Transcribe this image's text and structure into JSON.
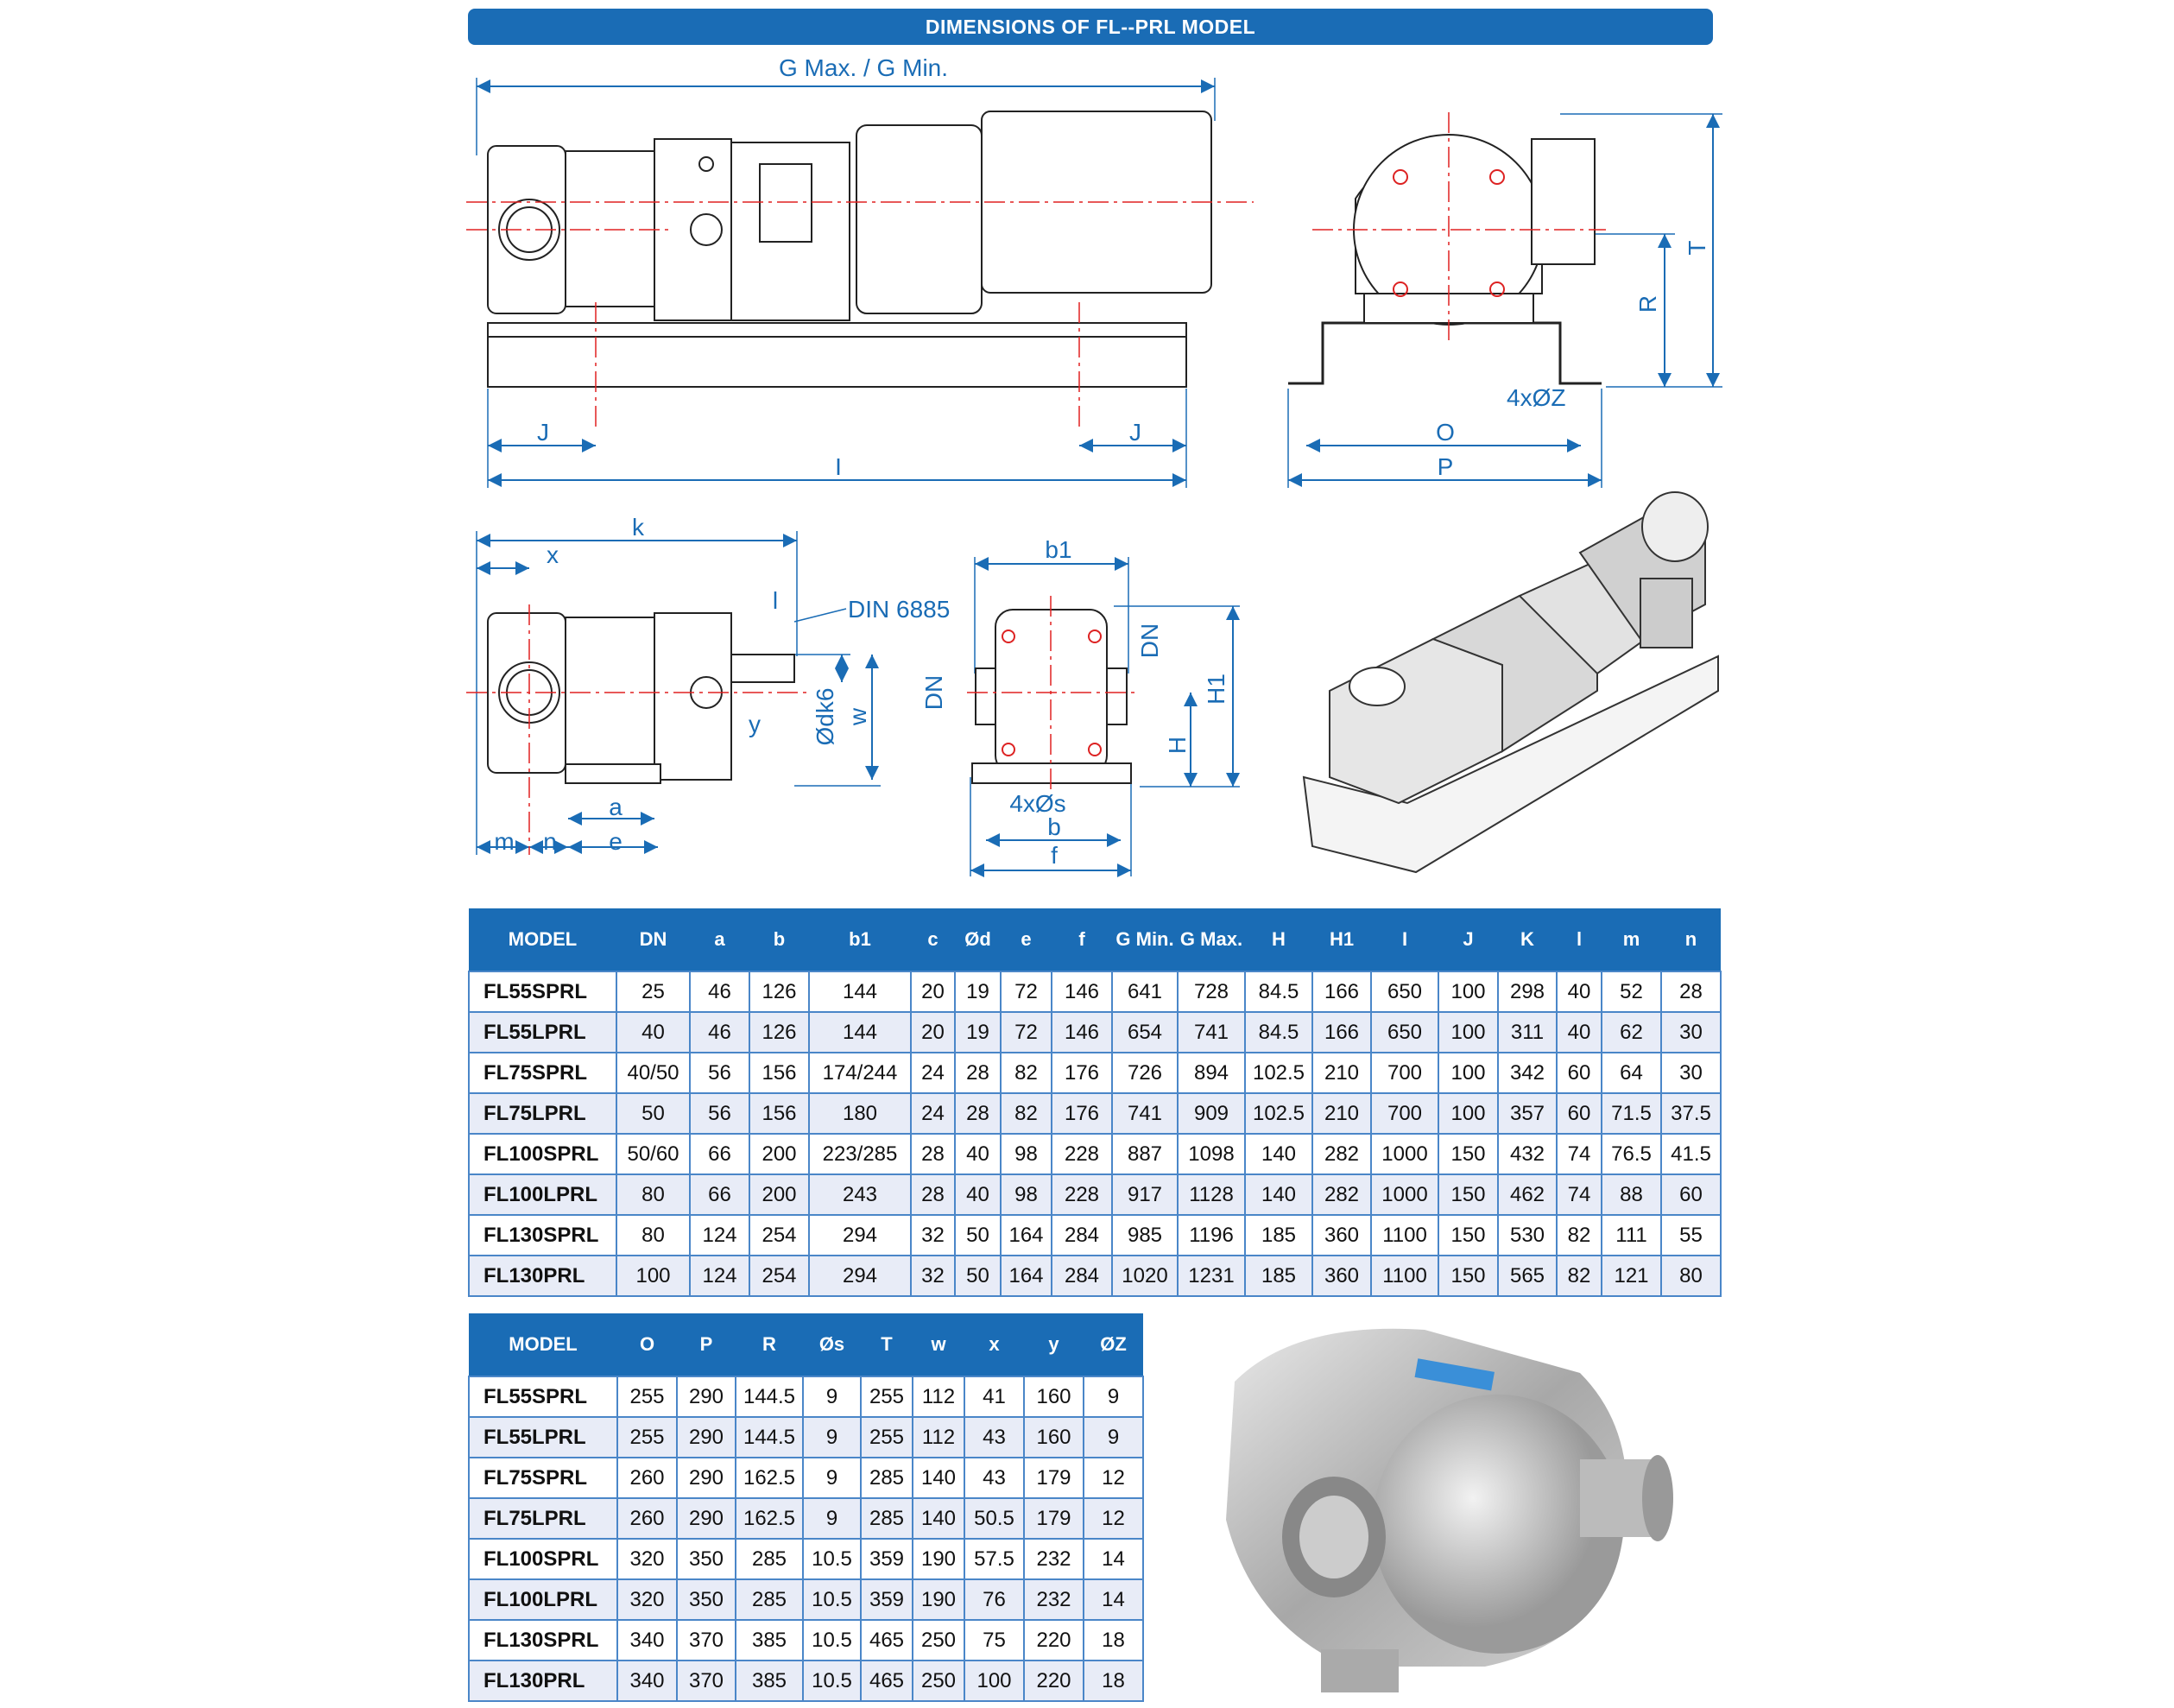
{
  "title": "DIMENSIONS OF FL--PRL MODEL",
  "drawings": {
    "side_view": {
      "g_label": "G Max. / G Min.",
      "j_left": "J",
      "j_right": "J",
      "i_label": "I"
    },
    "end_view": {
      "o_label": "O",
      "p_label": "P",
      "r_label": "R",
      "t_label": "T",
      "z_label": "4xØZ"
    },
    "pump_side": {
      "k_label": "k",
      "x_label": "x",
      "l_label": "l",
      "din_label": "DIN 6885",
      "dk_label": "Ødk6",
      "w_label": "w",
      "y_label": "y",
      "a_label": "a",
      "m_label": "m",
      "n_label": "n",
      "e_label": "e"
    },
    "pump_front": {
      "b1_label": "b1",
      "dn_right": "DN",
      "dn_left": "DN",
      "h1_label": "H1",
      "h_label": "H",
      "s_label": "4xØs",
      "b_label": "b",
      "f_label": "f"
    }
  },
  "colors": {
    "accent": "#1a6cb5",
    "row_alt": "#e8ecf7",
    "centerline": "#e02020"
  },
  "table1": {
    "headers": [
      "MODEL",
      "DN",
      "a",
      "b",
      "b1",
      "c",
      "Ød",
      "e",
      "f",
      "G Min.",
      "G Max.",
      "H",
      "H1",
      "I",
      "J",
      "K",
      "l",
      "m",
      "n"
    ],
    "rows": [
      [
        "FL55SPRL",
        "25",
        "46",
        "126",
        "144",
        "20",
        "19",
        "72",
        "146",
        "641",
        "728",
        "84.5",
        "166",
        "650",
        "100",
        "298",
        "40",
        "52",
        "28"
      ],
      [
        "FL55LPRL",
        "40",
        "46",
        "126",
        "144",
        "20",
        "19",
        "72",
        "146",
        "654",
        "741",
        "84.5",
        "166",
        "650",
        "100",
        "311",
        "40",
        "62",
        "30"
      ],
      [
        "FL75SPRL",
        "40/50",
        "56",
        "156",
        "174/244",
        "24",
        "28",
        "82",
        "176",
        "726",
        "894",
        "102.5",
        "210",
        "700",
        "100",
        "342",
        "60",
        "64",
        "30"
      ],
      [
        "FL75LPRL",
        "50",
        "56",
        "156",
        "180",
        "24",
        "28",
        "82",
        "176",
        "741",
        "909",
        "102.5",
        "210",
        "700",
        "100",
        "357",
        "60",
        "71.5",
        "37.5"
      ],
      [
        "FL100SPRL",
        "50/60",
        "66",
        "200",
        "223/285",
        "28",
        "40",
        "98",
        "228",
        "887",
        "1098",
        "140",
        "282",
        "1000",
        "150",
        "432",
        "74",
        "76.5",
        "41.5"
      ],
      [
        "FL100LPRL",
        "80",
        "66",
        "200",
        "243",
        "28",
        "40",
        "98",
        "228",
        "917",
        "1128",
        "140",
        "282",
        "1000",
        "150",
        "462",
        "74",
        "88",
        "60"
      ],
      [
        "FL130SPRL",
        "80",
        "124",
        "254",
        "294",
        "32",
        "50",
        "164",
        "284",
        "985",
        "1196",
        "185",
        "360",
        "1100",
        "150",
        "530",
        "82",
        "111",
        "55"
      ],
      [
        "FL130PRL",
        "100",
        "124",
        "254",
        "294",
        "32",
        "50",
        "164",
        "284",
        "1020",
        "1231",
        "185",
        "360",
        "1100",
        "150",
        "565",
        "82",
        "121",
        "80"
      ]
    ]
  },
  "table2": {
    "headers": [
      "MODEL",
      "O",
      "P",
      "R",
      "Øs",
      "T",
      "w",
      "x",
      "y",
      "ØZ"
    ],
    "rows": [
      [
        "FL55SPRL",
        "255",
        "290",
        "144.5",
        "9",
        "255",
        "112",
        "41",
        "160",
        "9"
      ],
      [
        "FL55LPRL",
        "255",
        "290",
        "144.5",
        "9",
        "255",
        "112",
        "43",
        "160",
        "9"
      ],
      [
        "FL75SPRL",
        "260",
        "290",
        "162.5",
        "9",
        "285",
        "140",
        "43",
        "179",
        "12"
      ],
      [
        "FL75LPRL",
        "260",
        "290",
        "162.5",
        "9",
        "285",
        "140",
        "50.5",
        "179",
        "12"
      ],
      [
        "FL100SPRL",
        "320",
        "350",
        "285",
        "10.5",
        "359",
        "190",
        "57.5",
        "232",
        "14"
      ],
      [
        "FL100LPRL",
        "320",
        "350",
        "285",
        "10.5",
        "359",
        "190",
        "76",
        "232",
        "14"
      ],
      [
        "FL130SPRL",
        "340",
        "370",
        "385",
        "10.5",
        "465",
        "250",
        "75",
        "220",
        "18"
      ],
      [
        "FL130PRL",
        "340",
        "370",
        "385",
        "10.5",
        "465",
        "250",
        "100",
        "220",
        "18"
      ]
    ]
  }
}
